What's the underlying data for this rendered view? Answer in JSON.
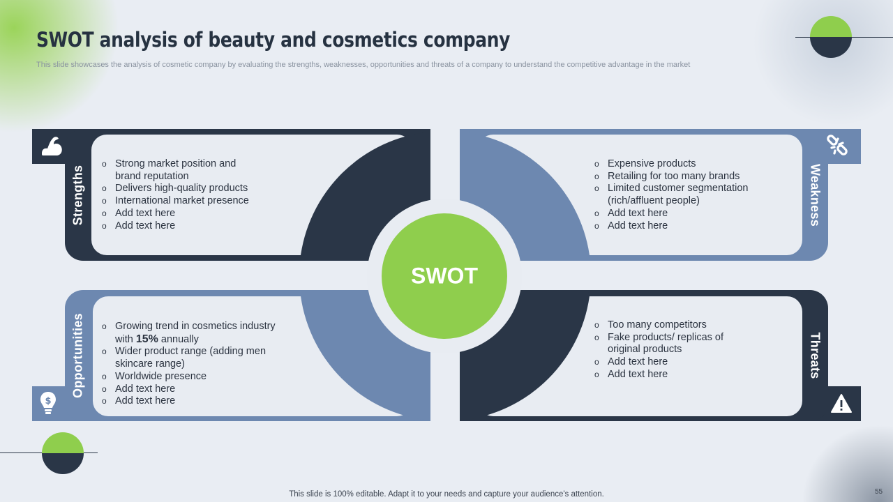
{
  "title": "SWOT analysis of beauty and cosmetics company",
  "subtitle": "This slide showcases the analysis of cosmetic company by evaluating the strengths, weaknesses, opportunities and threats of a company to understand the competitive advantage in the market",
  "center_label": "SWOT",
  "colors": {
    "dark": "#2a3647",
    "blue": "#6d88b0",
    "green": "#8fce4d",
    "panel": "#e8ecf2"
  },
  "quadrants": {
    "strengths": {
      "label": "Strengths",
      "icon": "flexed-arm-icon",
      "items": [
        "Strong market position and brand reputation",
        "Delivers high-quality products",
        "International  market presence",
        "Add text here",
        "Add text here"
      ]
    },
    "weakness": {
      "label": "Weakness",
      "icon": "broken-link-icon",
      "items": [
        "Expensive products",
        "Retailing for too many brands",
        "Limited customer segmentation (rich/affluent people)",
        "Add text here",
        "Add text here"
      ]
    },
    "opportunities": {
      "label": "Opportunities",
      "icon": "lightbulb-dollar-icon",
      "item1_pre": "Growing trend in cosmetics industry with ",
      "item1_bold": "15%",
      "item1_post": " annually",
      "items": [
        "Wider product range (adding men skincare range)",
        "Worldwide presence",
        "Add text here",
        "Add text here"
      ]
    },
    "threats": {
      "label": "Threats",
      "icon": "warning-icon",
      "items": [
        "Too many competitors",
        "Fake products/ replicas of original products",
        "Add text here",
        "Add text here"
      ]
    }
  },
  "footer": "This slide is 100% editable. Adapt it to your needs and capture your audience's attention.",
  "page_number": "55"
}
